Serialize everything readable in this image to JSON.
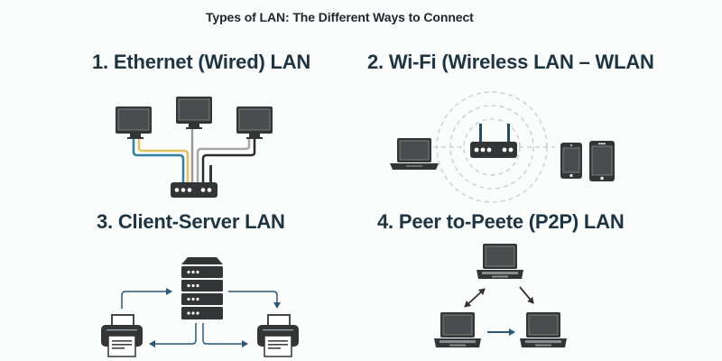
{
  "title": "Types of LAN: The Different Ways to Connect",
  "sections": [
    {
      "heading": "1. Ethernet (Wired) LAN",
      "nodes": [
        "monitor",
        "monitor",
        "monitor",
        "wired-router"
      ],
      "cable_colors": [
        "#2f7fa6",
        "#e3c15a",
        "#9a9a9a",
        "#a8a8a8",
        "#2b2b2b"
      ]
    },
    {
      "heading": "2. Wi-Fi (Wireless LAN – WLAN",
      "nodes": [
        "laptop",
        "wireless-router",
        "phone",
        "tablet"
      ]
    },
    {
      "heading": "3. Client-Server LAN",
      "nodes": [
        "printer",
        "server",
        "printer"
      ]
    },
    {
      "heading": "4. Peer to-Peete (P2P) LAN",
      "nodes": [
        "laptop",
        "laptop",
        "laptop"
      ]
    }
  ],
  "colors": {
    "device": "#333536",
    "screen": "#4a4c4e",
    "arrow": "#2a5876",
    "antenna": "#1f4d66",
    "heading": "#1d3442",
    "signal": "#c9cccf"
  }
}
